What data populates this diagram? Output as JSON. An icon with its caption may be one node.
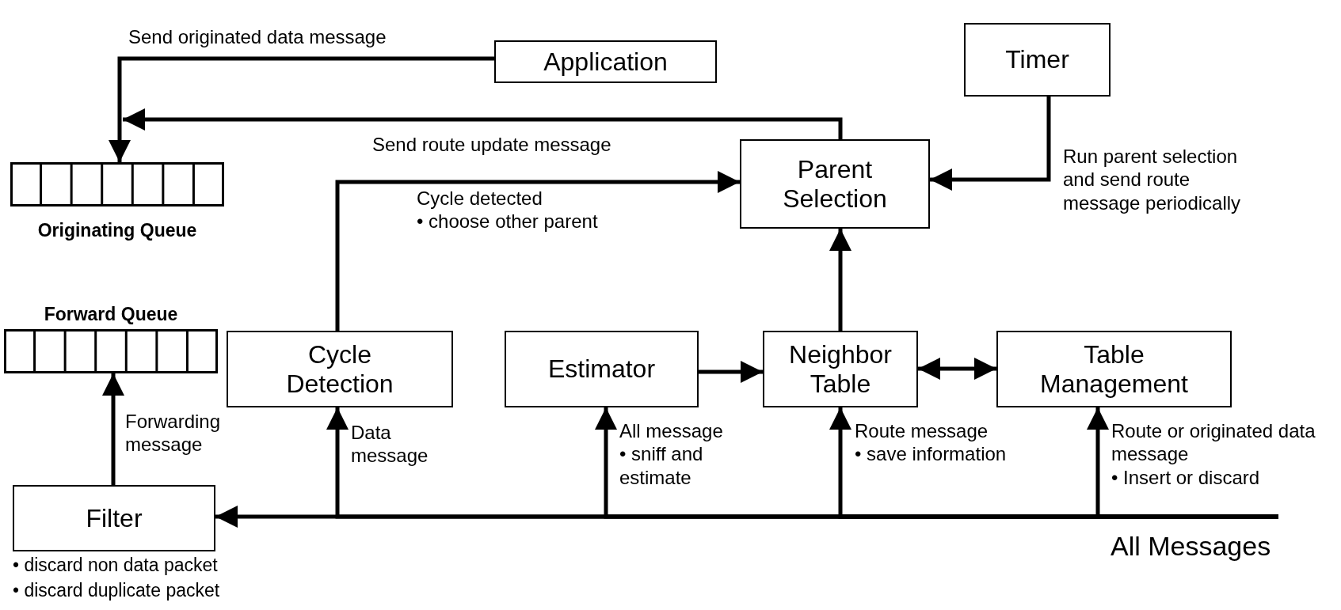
{
  "diagram": {
    "nodes": [
      {
        "text": [
          "Application"
        ]
      },
      {
        "text": [
          "Timer"
        ]
      },
      {
        "text": [
          "Originating Queue"
        ]
      },
      {
        "text": [
          "Parent Selection"
        ]
      },
      {
        "text": [
          "Forward Queue"
        ]
      },
      {
        "text": [
          "Cycle Detection"
        ]
      },
      {
        "text": [
          "Estimator"
        ]
      },
      {
        "text": [
          "Neighbor Table"
        ]
      },
      {
        "text": [
          "Table Management"
        ]
      },
      {
        "text": [
          "Filter"
        ],
        "beside": [
          "• discard non data packet",
          "• discard duplicate packet"
        ]
      }
    ],
    "edges": [
      {
        "from": 0,
        "to": 2,
        "arrow": "to",
        "label": "Send originated data message"
      },
      {
        "from": 3,
        "to": 2,
        "arrow": "to",
        "label": "Send route update message"
      },
      {
        "from": 5,
        "to": 3,
        "arrow": "to",
        "label": "Cycle detected • choose other parent"
      },
      {
        "from": 1,
        "to": 3,
        "arrow": "to",
        "label": "Run parent selection and send route message periodically"
      },
      {
        "from": 7,
        "to": 3,
        "arrow": "to"
      },
      {
        "from": 6,
        "to": 7,
        "arrow": "to"
      },
      {
        "from": 7,
        "to": 8,
        "arrow": "both"
      },
      {
        "from": 9,
        "to": 4,
        "arrow": "to",
        "label": "Forwarding message"
      },
      {
        "from": null,
        "to": 9,
        "arrow": "to",
        "label": "All Messages"
      },
      {
        "from": null,
        "to": 5,
        "arrow": "to",
        "label": "Data message"
      },
      {
        "from": null,
        "to": 6,
        "arrow": "to",
        "label": "All message • sniff and estimate"
      },
      {
        "from": null,
        "to": 7,
        "arrow": "to",
        "label": "Route message • save information"
      },
      {
        "from": null,
        "to": 8,
        "arrow": "to",
        "label": "Route or originated data message • Insert or discard"
      }
    ]
  }
}
